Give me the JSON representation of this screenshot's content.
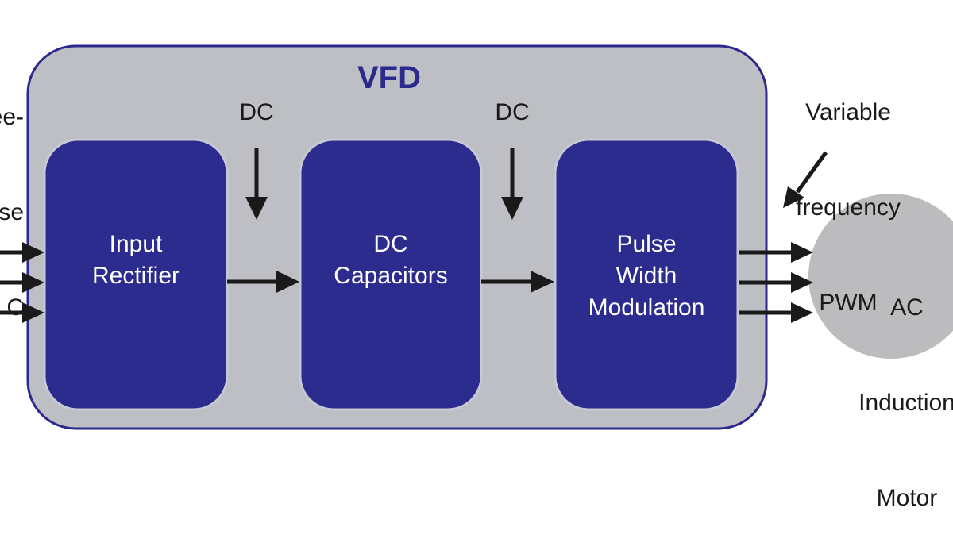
{
  "colors": {
    "block_fill": "#2c2c8f",
    "block_border": "#c8c8d4",
    "vfd_fill": "#bebfc4",
    "vfd_border": "#2b2a8c",
    "motor_fill": "#bcbcbe",
    "arrow": "#1a1a1a",
    "title": "#2b2a8c"
  },
  "input_label": [
    "ee-",
    "se",
    "C"
  ],
  "vfd": {
    "title": "VFD"
  },
  "dc_labels": [
    "DC",
    "DC"
  ],
  "blocks": [
    {
      "lines": [
        "Input",
        "Rectifier"
      ]
    },
    {
      "lines": [
        "DC",
        "Capacitors"
      ]
    },
    {
      "lines": [
        "Pulse",
        "Width",
        "Modulation"
      ]
    }
  ],
  "output_label": [
    "Variable",
    "frequency",
    "PWM"
  ],
  "motor": {
    "lines": [
      "AC",
      "Induction",
      "Motor"
    ]
  }
}
